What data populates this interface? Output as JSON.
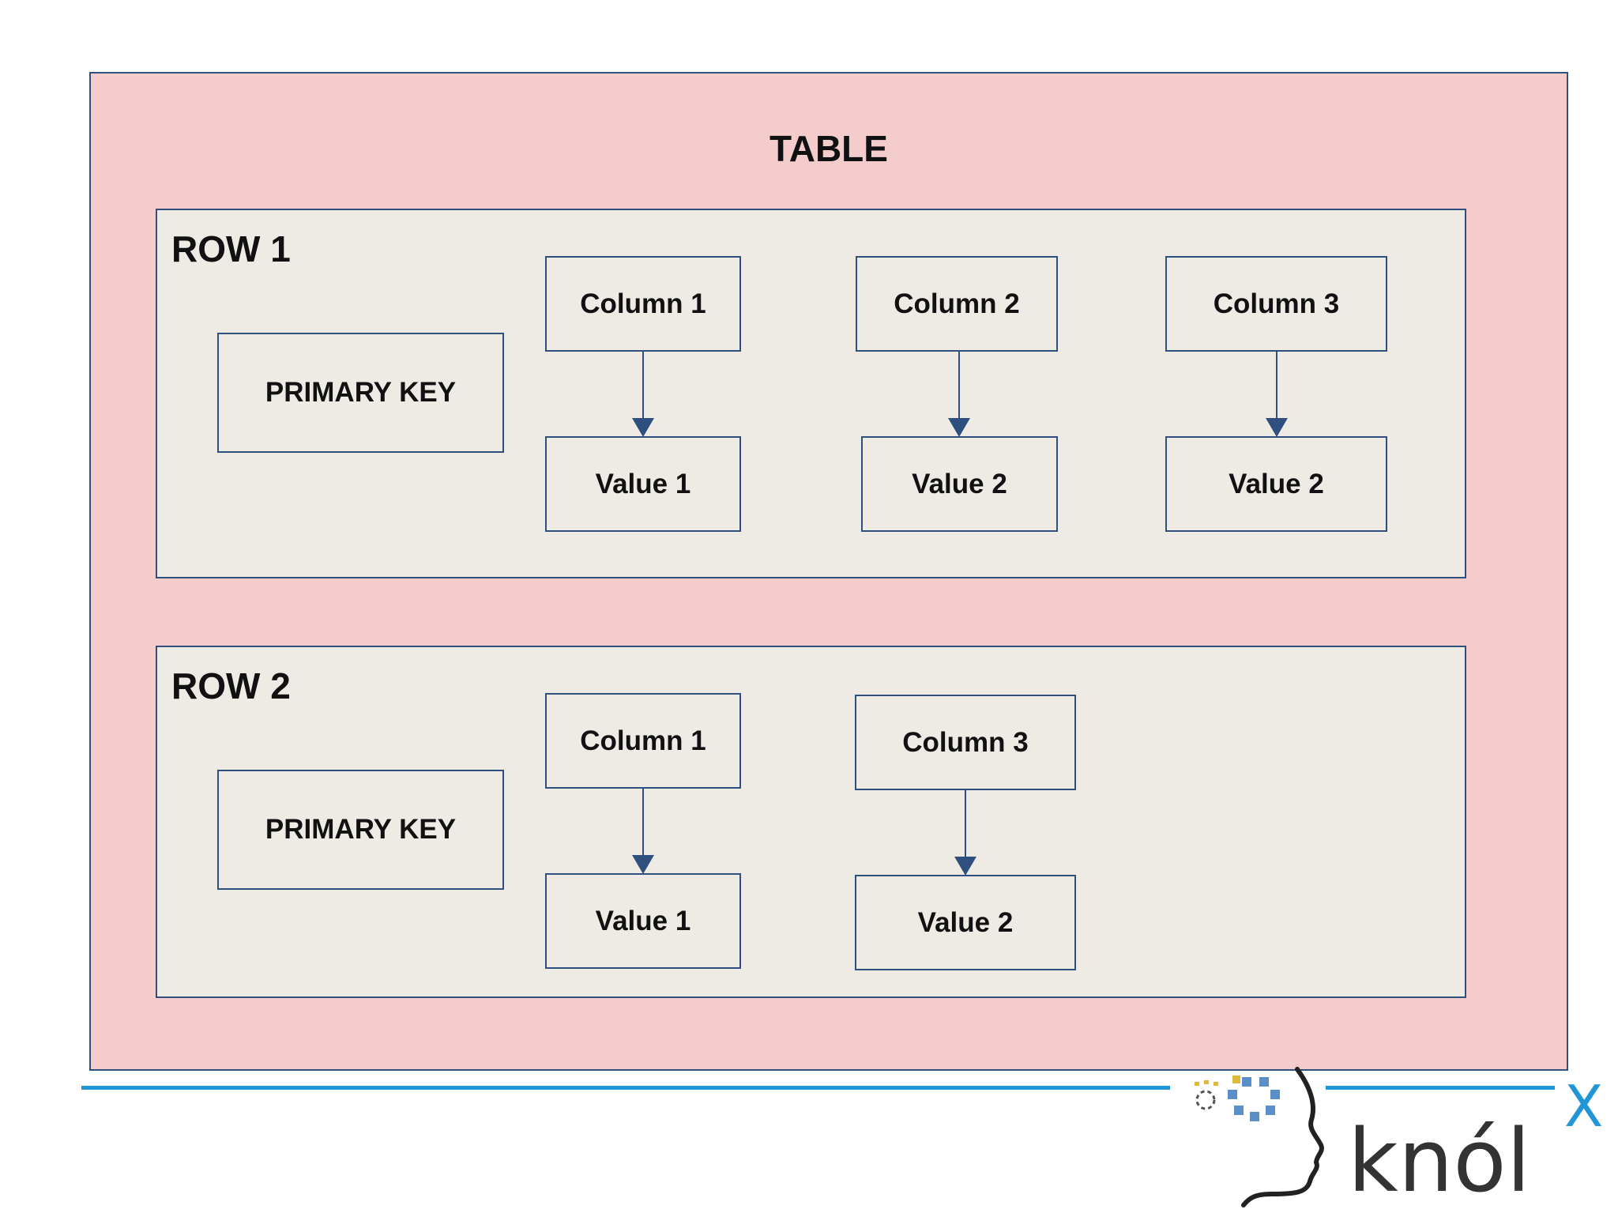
{
  "table": {
    "title": "TABLE",
    "rows": [
      {
        "title": "ROW 1",
        "primary_key": "PRIMARY KEY",
        "columns": [
          {
            "name": "Column 1",
            "value": "Value 1"
          },
          {
            "name": "Column 2",
            "value": "Value 2"
          },
          {
            "name": "Column 3",
            "value": "Value 2"
          }
        ]
      },
      {
        "title": "ROW 2",
        "primary_key": "PRIMARY KEY",
        "columns": [
          {
            "name": "Column 1",
            "value": "Value 1"
          },
          {
            "name": "Column 3",
            "value": "Value 2"
          }
        ]
      }
    ]
  },
  "logo": {
    "text": "knól",
    "superscript": "X",
    "colors": {
      "text": "#333333",
      "accent": "#2196d6",
      "gear_blue": "#5b8fc9",
      "gear_yellow": "#e0b93a"
    }
  },
  "colors": {
    "table_fill": "#f4cccc",
    "row_fill": "#eeebe5",
    "border": "#2f4f7f",
    "footer_line": "#2196d6"
  }
}
